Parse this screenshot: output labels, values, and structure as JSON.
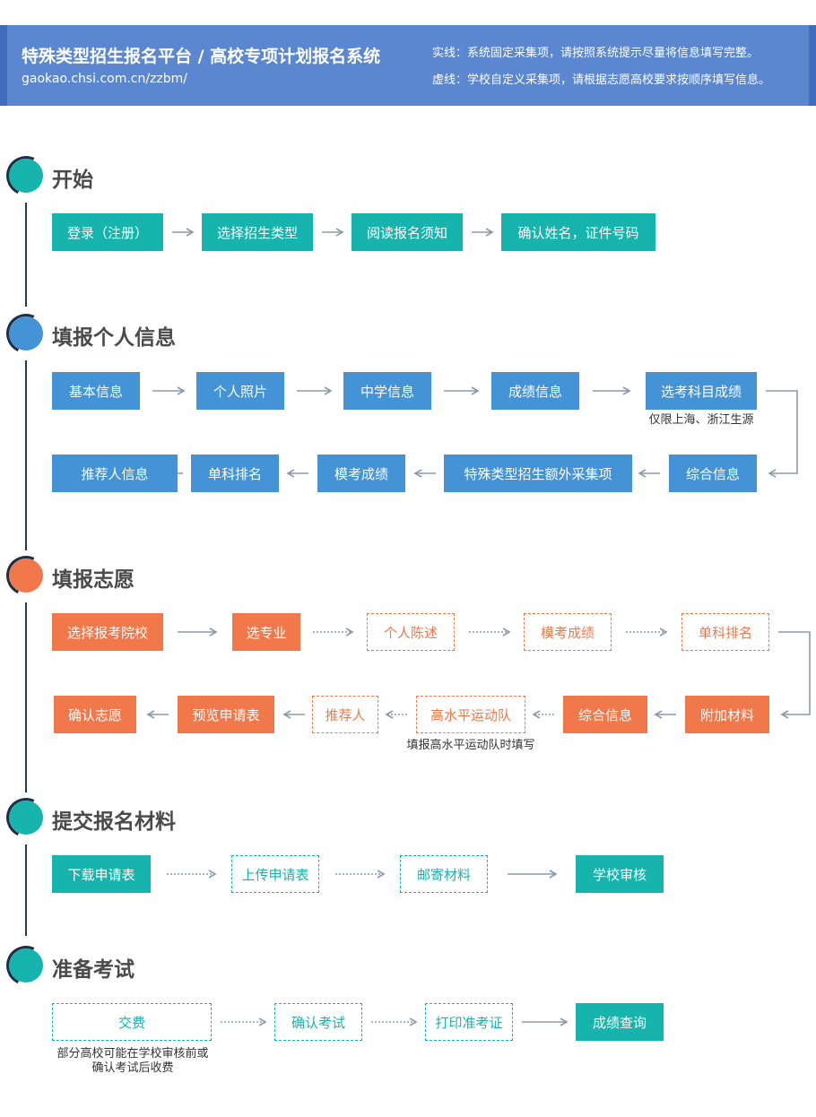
{
  "header": {
    "title": "特殊类型招生报名平台 / 高校专项计划报名系统",
    "url": "gaokao.chsi.com.cn/zzbm/",
    "note_solid": "实线：系统固定采集项，请按照系统提示尽量将信息填写完整。",
    "note_dashed": "虚线：学校自定义采集项，请根据志愿高校要求按顺序填写信息。"
  },
  "colors": {
    "teal": "#16b4ac",
    "blue": "#4393d6",
    "orange": "#f1784a",
    "header": "#5a87d0"
  },
  "sections": {
    "start": {
      "title": "开始",
      "steps": [
        "登录（注册）",
        "选择招生类型",
        "阅读报名须知",
        "确认姓名，证件号码"
      ]
    },
    "personal": {
      "title": "填报个人信息",
      "row1": [
        "基本信息",
        "个人照片",
        "中学信息",
        "成绩信息",
        "选考科目成绩"
      ],
      "row1_note": "仅限上海、浙江生源",
      "row2": [
        "推荐人信息",
        "单科排名",
        "模考成绩",
        "特殊类型招生额外采集项",
        "综合信息"
      ]
    },
    "wish": {
      "title": "填报志愿",
      "row1": [
        "选择报考院校",
        "选专业",
        "个人陈述",
        "模考成绩",
        "单科排名"
      ],
      "row2": [
        "确认志愿",
        "预览申请表",
        "推荐人",
        "高水平运动队",
        "综合信息",
        "附加材料"
      ],
      "row2_note": "填报高水平运动队时填写"
    },
    "submit": {
      "title": "提交报名材料",
      "steps": [
        "下载申请表",
        "上传申请表",
        "邮寄材料",
        "学校审核"
      ]
    },
    "exam": {
      "title": "准备考试",
      "steps": [
        "交费",
        "确认考试",
        "打印准考证",
        "成绩查询"
      ],
      "note_line1": "部分高校可能在学校审核前或",
      "note_line2": "确认考试后收费"
    }
  }
}
